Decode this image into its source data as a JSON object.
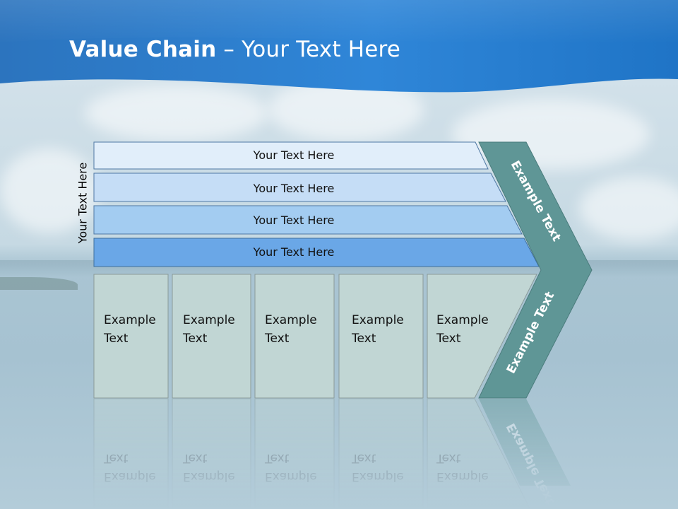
{
  "slide": {
    "title_bold": "Value Chain",
    "title_rest": " – Your Text Here",
    "side_label": "Your Text Here"
  },
  "bands": [
    {
      "label": "Your Text Here",
      "color": "#e1eefa"
    },
    {
      "label": "Your Text Here",
      "color": "#c5ddf6"
    },
    {
      "label": "Your Text Here",
      "color": "#a3ccf1"
    },
    {
      "label": "Your Text Here",
      "color": "#6aa7e7"
    }
  ],
  "boxes": [
    {
      "line1": "Example",
      "line2": "Text"
    },
    {
      "line1": "Example",
      "line2": "Text"
    },
    {
      "line1": "Example",
      "line2": "Text"
    },
    {
      "line1": "Example",
      "line2": "Text"
    },
    {
      "line1": "Example",
      "line2": "Text"
    }
  ],
  "chevron": {
    "top_label": "Example Text",
    "bottom_label": "Example Text",
    "color": "#5f9696"
  },
  "colors": {
    "header_blue": "#2e83d4",
    "box_fill": "#c1d6d4",
    "box_border": "#8a9a98"
  }
}
